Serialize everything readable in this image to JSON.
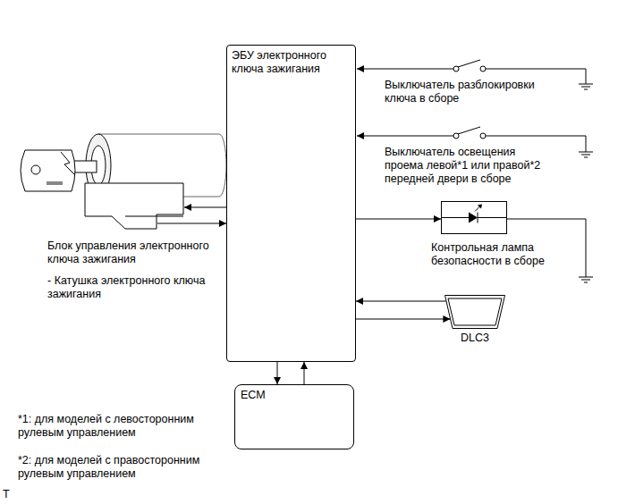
{
  "diagram": {
    "nodes": [
      {
        "text": [
          "ЭБУ электронного ключа зажигания"
        ]
      },
      {
        "text": [
          "Контрольная лампа безопасности в сборе"
        ]
      },
      {
        "text": [
          "DLC3"
        ]
      },
      {
        "text": [
          "ECM"
        ]
      }
    ],
    "edges": [
      {
        "from": 0,
        "to": 1,
        "arrow": "to"
      },
      {
        "from": 2,
        "to": 0,
        "arrow": "to"
      },
      {
        "from": 0,
        "to": 2,
        "arrow": "to"
      },
      {
        "from": 0,
        "to": 3,
        "arrow": "to"
      },
      {
        "from": 3,
        "to": 0,
        "arrow": "to"
      }
    ],
    "labels": [
      "Выключатель разблокировки ключа в сборе",
      "Выключатель освещения проема левой*1 или правой*2 передней двери в сборе",
      "Блок управления электронного ключа зажигания",
      "- Катушка электронного ключа зажигания",
      "*1: для моделей с левосторонним рулевым управлением",
      "*2: для моделей с правосторонним рулевым управлением",
      "T"
    ]
  }
}
